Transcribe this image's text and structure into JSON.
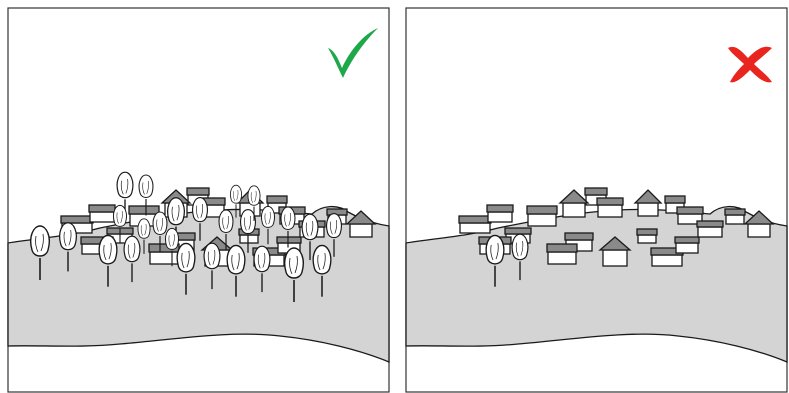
{
  "panels": [
    {
      "id": "good",
      "verdict_icon": "green-check-mark-icon",
      "verdict_color": "#1ea84a",
      "trees_per_cluster": "many"
    },
    {
      "id": "bad",
      "verdict_icon": "red-x-mark-icon",
      "verdict_color": "#e8251f",
      "trees_per_cluster": "few"
    }
  ],
  "colors": {
    "hill_fill": "#d4d4d4",
    "roof_fill": "#8a8a8a",
    "outline": "#1a1a1a",
    "frame": "#333333",
    "background": "#ffffff"
  }
}
